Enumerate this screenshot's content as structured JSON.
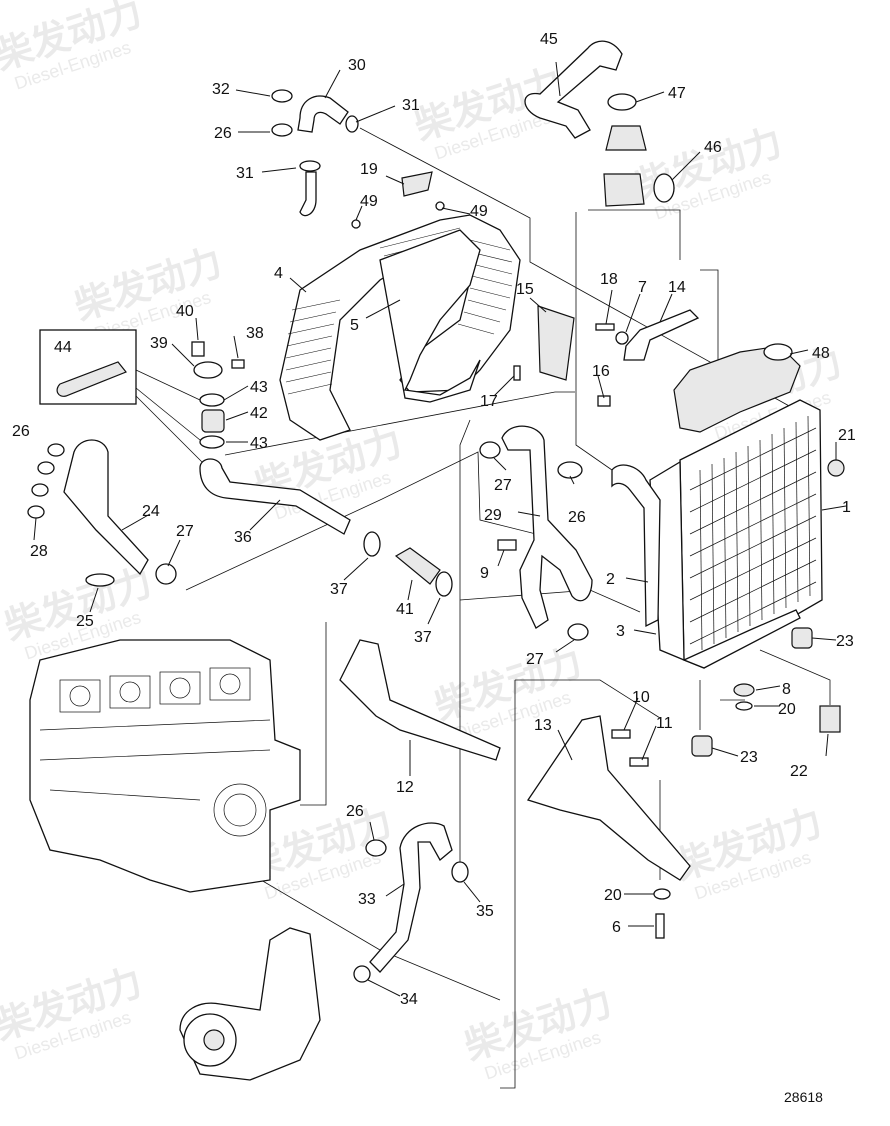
{
  "watermark": {
    "brand_cn": "柴发动力",
    "brand_en": "Diesel-Engines"
  },
  "reference_number": "28618",
  "callouts": [
    {
      "id": "c1",
      "label": "1"
    },
    {
      "id": "c2",
      "label": "2"
    },
    {
      "id": "c3",
      "label": "3"
    },
    {
      "id": "c4",
      "label": "4"
    },
    {
      "id": "c5",
      "label": "5"
    },
    {
      "id": "c6",
      "label": "6"
    },
    {
      "id": "c7",
      "label": "7"
    },
    {
      "id": "c8",
      "label": "8"
    },
    {
      "id": "c9",
      "label": "9"
    },
    {
      "id": "c10",
      "label": "10"
    },
    {
      "id": "c11",
      "label": "11"
    },
    {
      "id": "c12",
      "label": "12"
    },
    {
      "id": "c13",
      "label": "13"
    },
    {
      "id": "c14",
      "label": "14"
    },
    {
      "id": "c15",
      "label": "15"
    },
    {
      "id": "c16",
      "label": "16"
    },
    {
      "id": "c17",
      "label": "17"
    },
    {
      "id": "c18",
      "label": "18"
    },
    {
      "id": "c19",
      "label": "19"
    },
    {
      "id": "c20a",
      "label": "20"
    },
    {
      "id": "c20b",
      "label": "20"
    },
    {
      "id": "c21",
      "label": "21"
    },
    {
      "id": "c22",
      "label": "22"
    },
    {
      "id": "c23a",
      "label": "23"
    },
    {
      "id": "c23b",
      "label": "23"
    },
    {
      "id": "c24",
      "label": "24"
    },
    {
      "id": "c25",
      "label": "25"
    },
    {
      "id": "c26a",
      "label": "26"
    },
    {
      "id": "c26b",
      "label": "26"
    },
    {
      "id": "c26c",
      "label": "26"
    },
    {
      "id": "c26d",
      "label": "26"
    },
    {
      "id": "c27a",
      "label": "27"
    },
    {
      "id": "c27b",
      "label": "27"
    },
    {
      "id": "c27c",
      "label": "27"
    },
    {
      "id": "c28",
      "label": "28"
    },
    {
      "id": "c29",
      "label": "29"
    },
    {
      "id": "c30",
      "label": "30"
    },
    {
      "id": "c31a",
      "label": "31"
    },
    {
      "id": "c31b",
      "label": "31"
    },
    {
      "id": "c32",
      "label": "32"
    },
    {
      "id": "c33",
      "label": "33"
    },
    {
      "id": "c34",
      "label": "34"
    },
    {
      "id": "c35",
      "label": "35"
    },
    {
      "id": "c36",
      "label": "36"
    },
    {
      "id": "c37a",
      "label": "37"
    },
    {
      "id": "c37b",
      "label": "37"
    },
    {
      "id": "c38",
      "label": "38"
    },
    {
      "id": "c39",
      "label": "39"
    },
    {
      "id": "c40",
      "label": "40"
    },
    {
      "id": "c41",
      "label": "41"
    },
    {
      "id": "c42",
      "label": "42"
    },
    {
      "id": "c43a",
      "label": "43"
    },
    {
      "id": "c43b",
      "label": "43"
    },
    {
      "id": "c44",
      "label": "44"
    },
    {
      "id": "c45",
      "label": "45"
    },
    {
      "id": "c46",
      "label": "46"
    },
    {
      "id": "c47",
      "label": "47"
    },
    {
      "id": "c48",
      "label": "48"
    },
    {
      "id": "c49a",
      "label": "49"
    },
    {
      "id": "c49b",
      "label": "49"
    }
  ]
}
